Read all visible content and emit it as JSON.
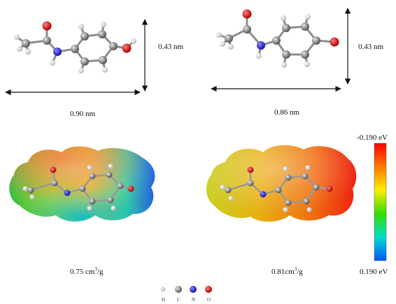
{
  "molecule_a": {
    "height_label": "0.43 nm",
    "length_label": "0.90 nm",
    "volume_label": "0.75 cm",
    "volume_exp": "3",
    "volume_unit": "/g"
  },
  "molecule_b": {
    "height_label": "0.43 nm",
    "length_label": "0.86 nm",
    "volume_label": "0.81cm",
    "volume_exp": "3",
    "volume_unit": "/g"
  },
  "colorbar": {
    "max_label": "-0.190 eV",
    "min_label": "0.190 eV",
    "colors": [
      "#ff0000",
      "#ff7a00",
      "#ffee00",
      "#33dd00",
      "#00ddcc",
      "#0055ff"
    ]
  },
  "atom_key": [
    {
      "symbol": "H",
      "color": "#e8e8e8"
    },
    {
      "symbol": "C",
      "color": "#9a9a9a"
    },
    {
      "symbol": "N",
      "color": "#2a2aee"
    },
    {
      "symbol": "O",
      "color": "#dd0000"
    }
  ]
}
